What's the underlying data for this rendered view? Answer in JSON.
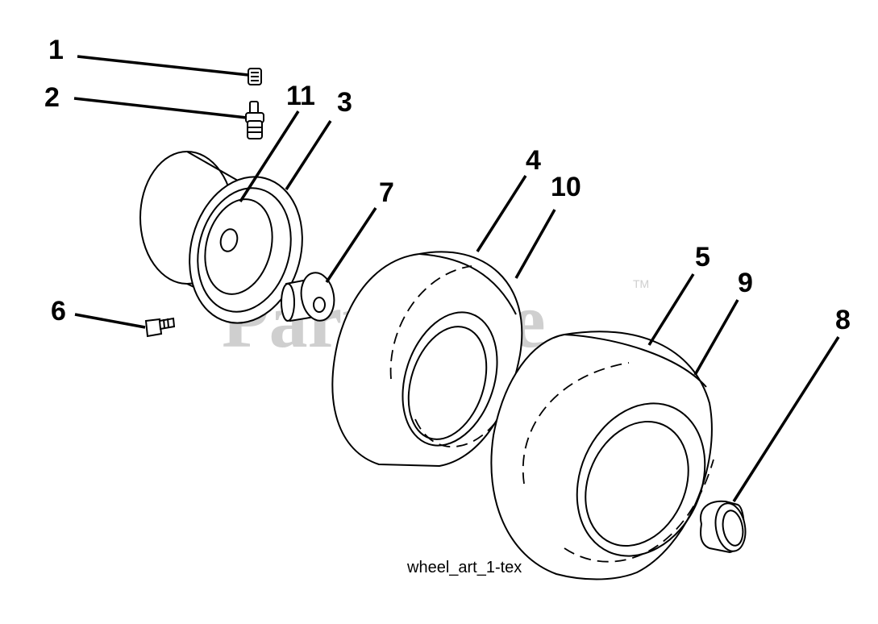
{
  "watermark": {
    "text": "PartsTree",
    "trademark": "TM"
  },
  "caption": "wheel_art_1-tex",
  "callouts": [
    "1",
    "2",
    "11",
    "3",
    "7",
    "4",
    "10",
    "5",
    "9",
    "8",
    "6"
  ],
  "colors": {
    "ink": "#000000",
    "watermark": "#cfcfcf",
    "background": "#ffffff"
  }
}
